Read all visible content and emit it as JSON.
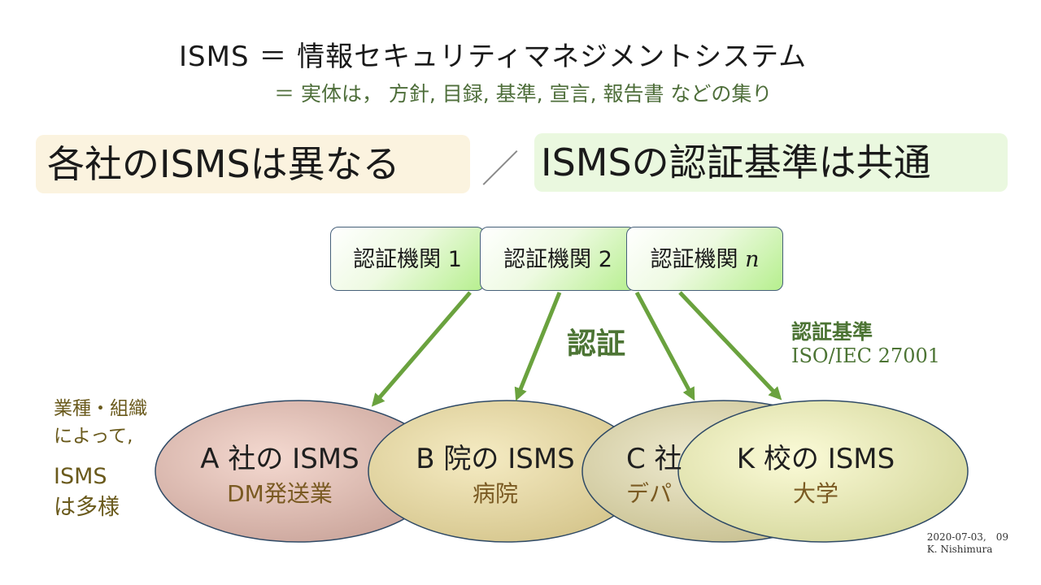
{
  "title": "ISMS ＝ 情報セキュリティマネジメントシステム",
  "subtitle": "＝ 実体は， 方針, 目録, 基準, 宣言, 報告書 などの集り",
  "headline": {
    "left": "各社のISMSは異なる",
    "separator": "／",
    "right": "ISMSの認証基準は共通"
  },
  "certifiers": [
    {
      "label": "認証機関 1"
    },
    {
      "label": "認証機関 2"
    },
    {
      "label": "認証機関",
      "var": "n"
    }
  ],
  "auth_label": "認証",
  "standard": {
    "title": "認証基準",
    "name": "ISO/IEC 27001"
  },
  "side_note": {
    "line1": "業種・組織",
    "line2": "によって,",
    "line3": "ISMS",
    "line4": "は多様"
  },
  "orgs": [
    {
      "name": "A 社の ISMS",
      "sub": "DM発送業",
      "color": "#e3b9ad"
    },
    {
      "name": "B 院の ISMS",
      "sub": "病院",
      "color": "#ecdca4"
    },
    {
      "name": "C 社",
      "sub": "デパ",
      "color": "#d9d2a8"
    },
    {
      "name": "K 校の ISMS",
      "sub": "大学",
      "color": "#f2f2b8"
    }
  ],
  "footer": {
    "date": "2020-07-03,　09",
    "author": "K. Nishimura"
  },
  "colors": {
    "arrow": "#6aa23e",
    "accent_text": "#4c7434"
  }
}
